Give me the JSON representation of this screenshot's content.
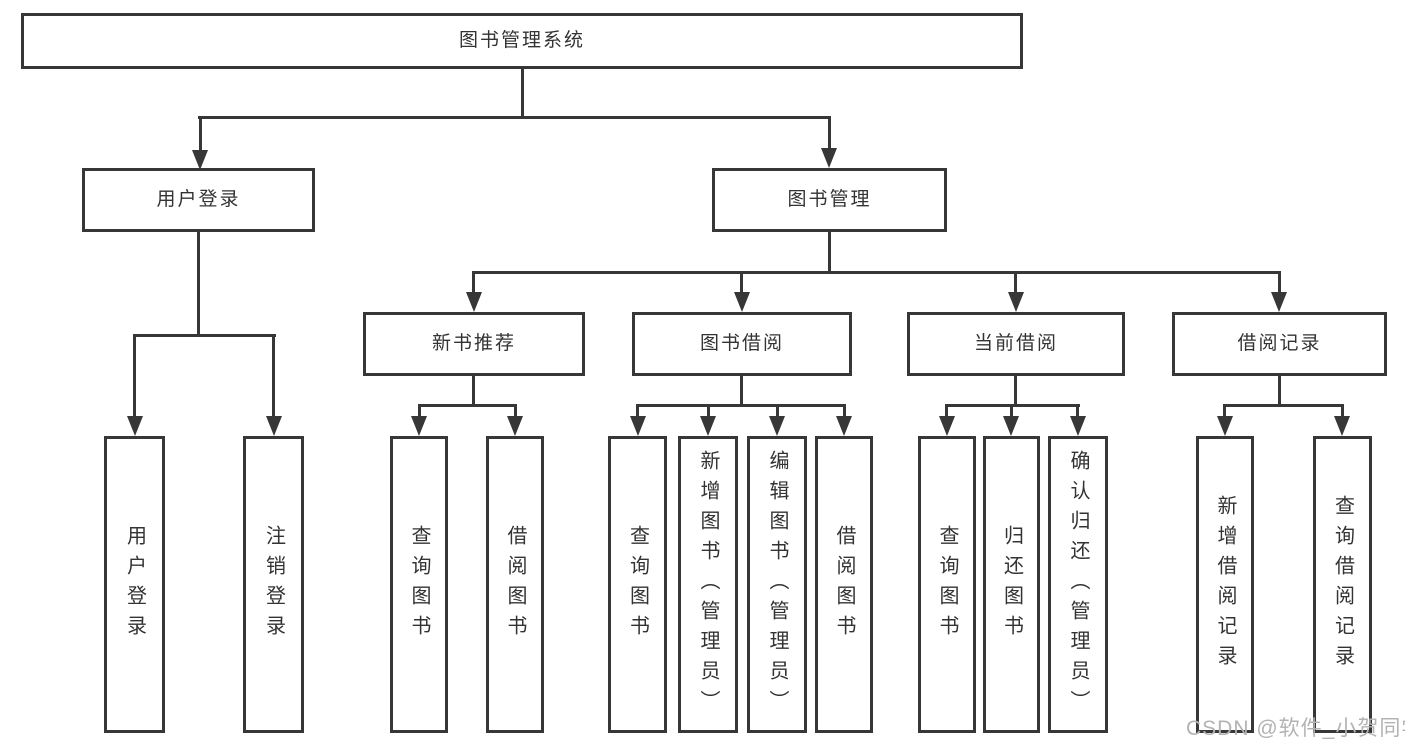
{
  "tree": {
    "root": {
      "label": "图书管理系统"
    },
    "branches": [
      {
        "label": "用户登录",
        "children": [
          {
            "label": "用户登录"
          },
          {
            "label": "注销登录"
          }
        ]
      },
      {
        "label": "图书管理",
        "children": [
          {
            "label": "新书推荐",
            "children": [
              {
                "label": "查询图书"
              },
              {
                "label": "借阅图书"
              }
            ]
          },
          {
            "label": "图书借阅",
            "children": [
              {
                "label": "查询图书"
              },
              {
                "label": "新增图书（管理员）"
              },
              {
                "label": "编辑图书（管理员）"
              },
              {
                "label": "借阅图书"
              }
            ]
          },
          {
            "label": "当前借阅",
            "children": [
              {
                "label": "查询图书"
              },
              {
                "label": "归还图书"
              },
              {
                "label": "确认归还（管理员）"
              }
            ]
          },
          {
            "label": "借阅记录",
            "children": [
              {
                "label": "新增借阅记录"
              },
              {
                "label": "查询借阅记录"
              }
            ]
          }
        ]
      }
    ]
  },
  "watermark": {
    "text": "CSDN @软件_小贺同学"
  },
  "colors": {
    "line": "#373737",
    "text": "#333333",
    "background": "#ffffff",
    "watermark": "#b3b3b3"
  }
}
